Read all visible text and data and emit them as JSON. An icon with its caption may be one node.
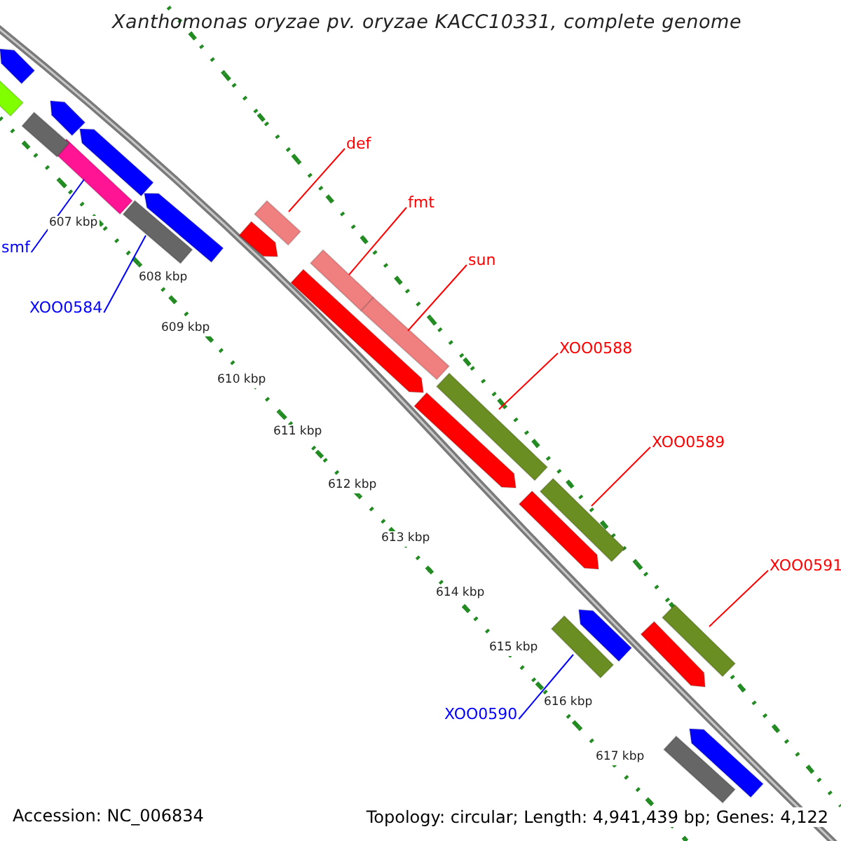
{
  "diagram": {
    "title": "Xanthomonas oryzae pv. oryzae KACC10331, complete genome",
    "nodes": [
      {
        "text": [
          "def"
        ]
      },
      {
        "text": [
          "fmt"
        ]
      },
      {
        "text": [
          "sun"
        ]
      },
      {
        "text": [
          "XOO0588"
        ]
      },
      {
        "text": [
          "XOO0589"
        ]
      },
      {
        "text": [
          "XOO0591"
        ]
      },
      {
        "text": [
          "smf"
        ]
      },
      {
        "text": [
          "XOO0584"
        ]
      },
      {
        "text": [
          "XOO0590"
        ]
      },
      {
        "text": [],
        "shape": "bar"
      },
      {
        "text": [],
        "shape": "bar"
      },
      {
        "text": [],
        "shape": "bar"
      },
      {
        "text": [],
        "shape": "bar"
      },
      {
        "text": [],
        "shape": "bar"
      },
      {
        "text": [],
        "shape": "bar"
      },
      {
        "text": [],
        "shape": "bar"
      },
      {
        "text": [],
        "shape": "bar"
      },
      {
        "text": [],
        "shape": "bar"
      },
      {
        "text": [],
        "shape": "bar"
      },
      {
        "text": [],
        "shape": "bar"
      },
      {
        "text": [],
        "shape": "bar"
      },
      {
        "text": [],
        "shape": "bar"
      },
      {
        "text": [],
        "shape": "bar"
      },
      {
        "text": [],
        "shape": "bar"
      },
      {
        "text": [],
        "shape": "bar"
      },
      {
        "text": [],
        "shape": "bar"
      },
      {
        "text": [],
        "shape": "bar"
      },
      {
        "text": [],
        "shape": "bar"
      },
      {
        "text": [],
        "shape": "bar"
      },
      {
        "text": [],
        "shape": "bar"
      },
      {
        "text": [],
        "shape": "bar"
      },
      {
        "text": [],
        "shape": "bar"
      }
    ],
    "edges": [
      {
        "from": 0,
        "to": 9,
        "arrow": "none"
      },
      {
        "from": 1,
        "to": 10,
        "arrow": "none"
      },
      {
        "from": 2,
        "to": 11,
        "arrow": "none"
      },
      {
        "from": 3,
        "to": 12,
        "arrow": "none"
      },
      {
        "from": 4,
        "to": 13,
        "arrow": "none"
      },
      {
        "from": 5,
        "to": 14,
        "arrow": "none"
      },
      {
        "from": 6,
        "to": 15,
        "arrow": "none",
        "color": "#0000ff"
      },
      {
        "from": 7,
        "to": 16,
        "arrow": "none",
        "color": "#0000ff"
      },
      {
        "from": 8,
        "to": 17,
        "arrow": "none",
        "color": "#0000ff"
      }
    ],
    "labels": [
      "607 kbp",
      "608 kbp",
      "609 kbp",
      "610 kbp",
      "611 kbp",
      "612 kbp",
      "613 kbp",
      "614 kbp",
      "615 kbp",
      "616 kbp",
      "617 kbp",
      "Accession: NC_006834",
      "Topology: circular; Length: 4,941,439 bp; Genes: 4,122"
    ]
  }
}
